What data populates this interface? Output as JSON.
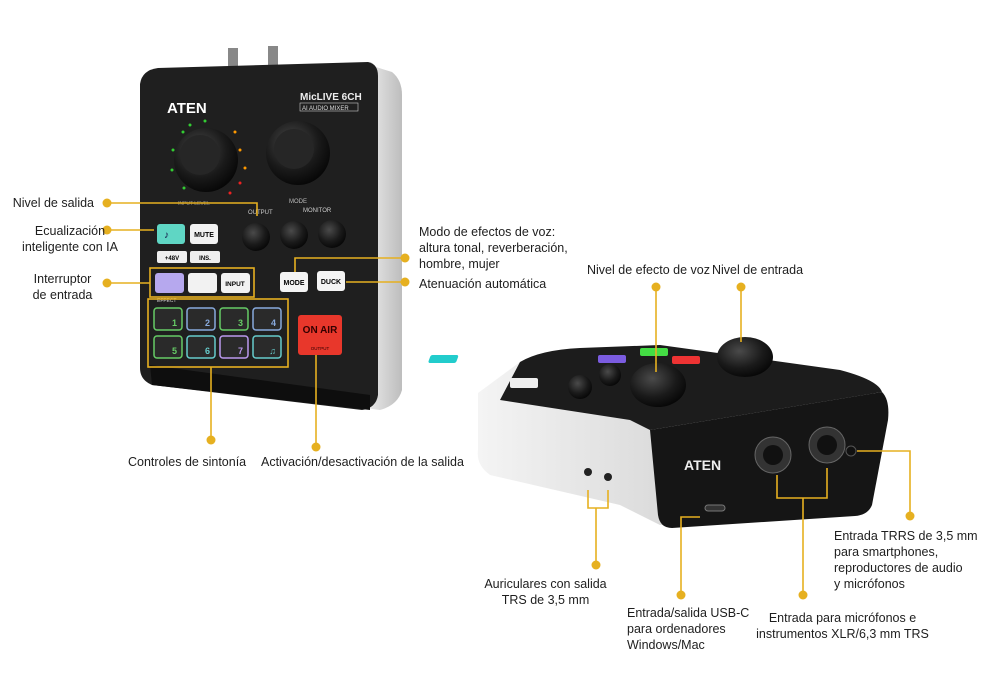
{
  "accent_color": "#e6b020",
  "left_device": {
    "brand": "ATEN",
    "model": "MicLIVE 6CH",
    "model_sub": "AI AUDIO MIXER",
    "knob_labels": {
      "input_level": "INPUT LEVEL",
      "mode": "MODE",
      "output": "OUTPUT",
      "monitor": "MONITOR"
    },
    "buttons": {
      "mute": "MUTE",
      "phantom": "+48V",
      "ins": "INS.",
      "input": "INPUT",
      "mode": "MODE",
      "duck": "DUCK",
      "effect": "EFFECT",
      "on_air": "ON AIR",
      "on_air_sub": "OUTPUT"
    },
    "effect_pads": [
      "1",
      "2",
      "3",
      "4",
      "5",
      "6",
      "7"
    ]
  },
  "right_device": {
    "brand": "ATEN"
  },
  "callouts": {
    "output_level": "Nivel de salida",
    "ai_eq": [
      "Ecualización",
      "inteligente con IA"
    ],
    "input_switch": [
      "Interruptor",
      "de entrada"
    ],
    "tuning": "Controles de sintonía",
    "on_air": "Activación/desactivación de la salida",
    "voice_mode": [
      "Modo de efectos de voz:",
      "altura tonal, reverberación,",
      "hombre, mujer"
    ],
    "duck": "Atenuación automática",
    "effect_level": "Nivel de efecto de voz",
    "input_level": "Nivel de entrada",
    "headphones": [
      "Auriculares con salida",
      "TRS de 3,5 mm"
    ],
    "usbc": [
      "Entrada/salida USB-C",
      "para ordenadores",
      "Windows/Mac"
    ],
    "xlr": [
      "Entrada para micrófonos e",
      "instrumentos XLR/6,3 mm TRS"
    ],
    "trrs": [
      "Entrada TRRS de 3,5 mm",
      "para smartphones,",
      "reproductores de audio",
      "y micrófonos"
    ]
  }
}
